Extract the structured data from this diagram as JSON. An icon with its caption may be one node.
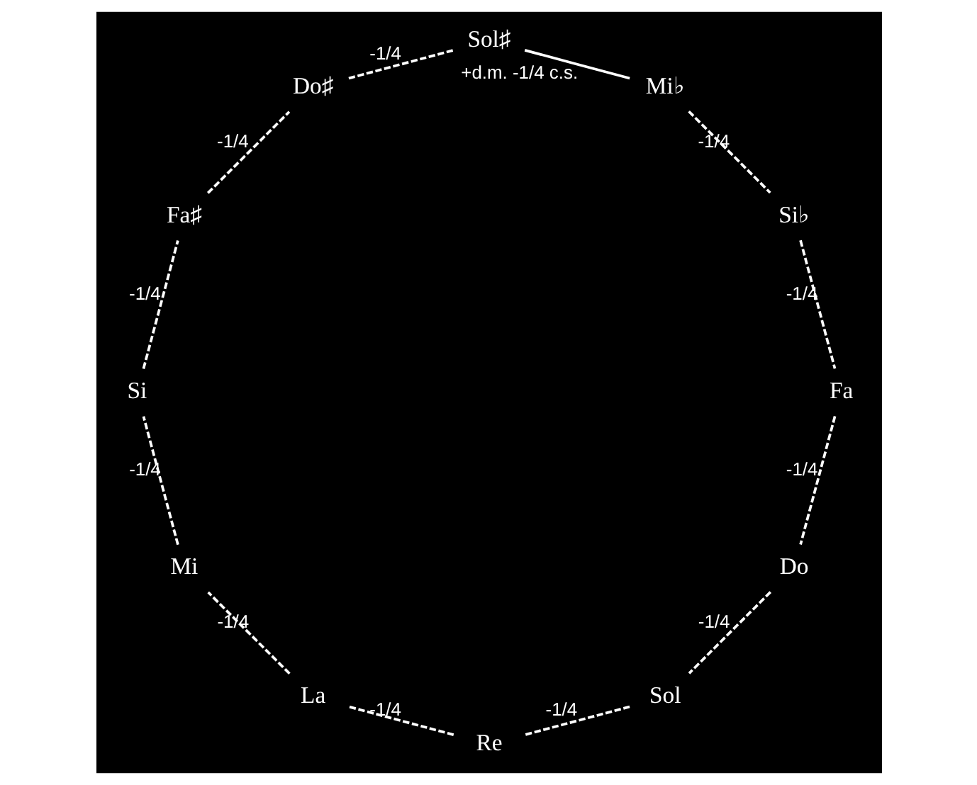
{
  "diagram": {
    "nodes": [
      {
        "text": [
          "Do"
        ]
      },
      {
        "text": [
          "Sol"
        ]
      },
      {
        "text": [
          "Re"
        ]
      },
      {
        "text": [
          "La"
        ]
      },
      {
        "text": [
          "Mi"
        ]
      },
      {
        "text": [
          "Si"
        ]
      },
      {
        "text": [
          "Fa♯"
        ]
      },
      {
        "text": [
          "Do♯"
        ]
      },
      {
        "text": [
          "Sol♯"
        ]
      },
      {
        "text": [
          "Mi♭"
        ]
      },
      {
        "text": [
          "Si♭"
        ]
      },
      {
        "text": [
          "Fa"
        ]
      }
    ],
    "edges": [
      {
        "from": 0,
        "to": 1,
        "arrow": "none",
        "style": "dashed",
        "label": "-1/4"
      },
      {
        "from": 1,
        "to": 2,
        "arrow": "none",
        "style": "dashed",
        "label": "-1/4"
      },
      {
        "from": 2,
        "to": 3,
        "arrow": "none",
        "style": "dashed",
        "label": "-1/4"
      },
      {
        "from": 3,
        "to": 4,
        "arrow": "none",
        "style": "dashed",
        "label": "-1/4"
      },
      {
        "from": 4,
        "to": 5,
        "arrow": "none",
        "style": "dashed",
        "label": "-1/4"
      },
      {
        "from": 5,
        "to": 6,
        "arrow": "none",
        "style": "dashed",
        "label": "-1/4"
      },
      {
        "from": 6,
        "to": 7,
        "arrow": "none",
        "style": "dashed",
        "label": "-1/4"
      },
      {
        "from": 7,
        "to": 8,
        "arrow": "none",
        "style": "dashed",
        "label": "-1/4"
      },
      {
        "from": 8,
        "to": 9,
        "arrow": "none",
        "label": "+d.m. -1/4 c.s."
      },
      {
        "from": 9,
        "to": 10,
        "arrow": "none",
        "style": "dashed",
        "label": "-1/4"
      },
      {
        "from": 10,
        "to": 11,
        "arrow": "none",
        "style": "dashed",
        "label": "-1/4"
      },
      {
        "from": 11,
        "to": 0,
        "arrow": "none",
        "style": "dashed",
        "label": "-1/4"
      }
    ]
  }
}
